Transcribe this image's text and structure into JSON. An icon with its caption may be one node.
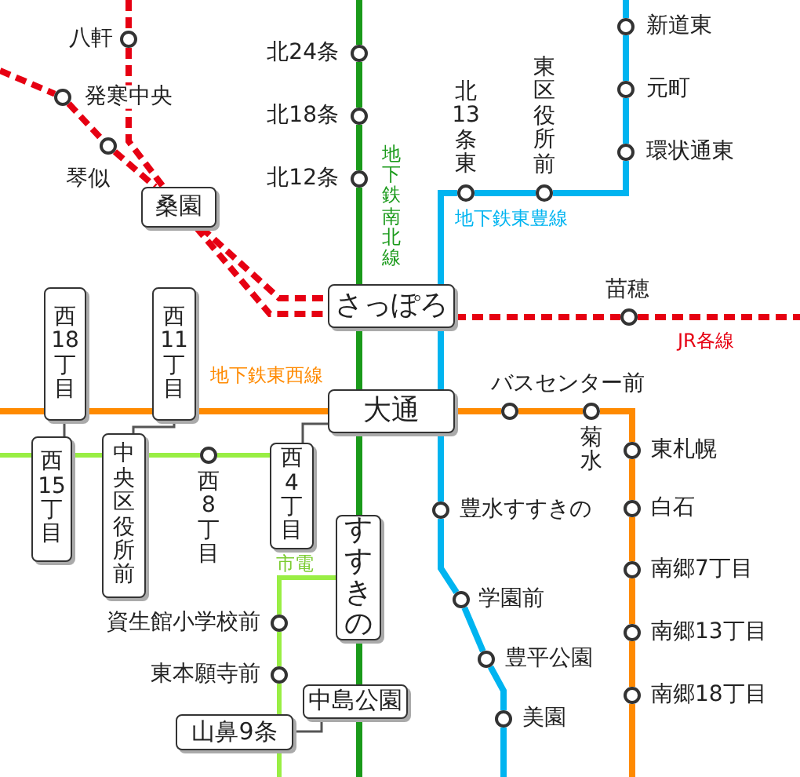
{
  "diagram": {
    "nodes": [
      {
        "text": [],
        "shape": "circle",
        "beside": [
          "八軒"
        ]
      },
      {
        "text": [],
        "shape": "circle",
        "beside": [
          "発寒中央"
        ]
      },
      {
        "text": [],
        "shape": "circle",
        "beside": [
          "琴似"
        ]
      },
      {
        "text": [
          "桑園"
        ]
      },
      {
        "text": [],
        "shape": "circle",
        "beside": [
          "北24条"
        ]
      },
      {
        "text": [],
        "shape": "circle",
        "beside": [
          "北18条"
        ]
      },
      {
        "text": [],
        "shape": "circle",
        "beside": [
          "北12条"
        ]
      },
      {
        "text": [
          "さっぽろ"
        ]
      },
      {
        "text": [],
        "shape": "circle",
        "beside": [
          "新道東"
        ]
      },
      {
        "text": [],
        "shape": "circle",
        "beside": [
          "元町"
        ]
      },
      {
        "text": [],
        "shape": "circle",
        "beside": [
          "環状通東"
        ]
      },
      {
        "text": [],
        "shape": "circle",
        "beside": [
          "北13条東"
        ]
      },
      {
        "text": [],
        "shape": "circle",
        "beside": [
          "東区役所前"
        ]
      },
      {
        "text": [],
        "shape": "circle",
        "beside": [
          "苗穂"
        ]
      },
      {
        "text": [
          "西18丁目"
        ]
      },
      {
        "text": [
          "西11丁目"
        ]
      },
      {
        "text": [
          "大通"
        ]
      },
      {
        "text": [],
        "shape": "circle",
        "beside": [
          "バスセンター前"
        ]
      },
      {
        "text": [],
        "shape": "circle",
        "beside": [
          "菊水"
        ]
      },
      {
        "text": [],
        "shape": "circle",
        "beside": [
          "東札幌"
        ]
      },
      {
        "text": [],
        "shape": "circle",
        "beside": [
          "白石"
        ]
      },
      {
        "text": [],
        "shape": "circle",
        "beside": [
          "南郷7丁目"
        ]
      },
      {
        "text": [],
        "shape": "circle",
        "beside": [
          "南郷13丁目"
        ]
      },
      {
        "text": [],
        "shape": "circle",
        "beside": [
          "南郷18丁目"
        ]
      },
      {
        "text": [
          "西15丁目"
        ]
      },
      {
        "text": [
          "中央区役所前"
        ]
      },
      {
        "text": [],
        "shape": "circle",
        "beside": [
          "西8丁目"
        ]
      },
      {
        "text": [
          "西4丁目"
        ]
      },
      {
        "text": [
          "すすきの"
        ]
      },
      {
        "text": [],
        "shape": "circle",
        "beside": [
          "豊水すすきの"
        ]
      },
      {
        "text": [],
        "shape": "circle",
        "beside": [
          "学園前"
        ]
      },
      {
        "text": [],
        "shape": "circle",
        "beside": [
          "豊平公園"
        ]
      },
      {
        "text": [],
        "shape": "circle",
        "beside": [
          "美園"
        ]
      },
      {
        "text": [],
        "shape": "circle",
        "beside": [
          "資生館小学校前"
        ]
      },
      {
        "text": [],
        "shape": "circle",
        "beside": [
          "東本願寺前"
        ]
      },
      {
        "text": [
          "中島公園"
        ]
      },
      {
        "text": [
          "山鼻9条"
        ]
      }
    ],
    "edges": [
      {
        "from": null,
        "to": 4,
        "arrow": "none",
        "color": "#1a9a1a"
      },
      {
        "from": 4,
        "to": 5,
        "arrow": "none",
        "color": "#1a9a1a"
      },
      {
        "from": 5,
        "to": 6,
        "arrow": "none",
        "color": "#1a9a1a"
      },
      {
        "from": 6,
        "to": 7,
        "arrow": "none",
        "color": "#1a9a1a"
      },
      {
        "from": 7,
        "to": 16,
        "arrow": "none",
        "color": "#1a9a1a"
      },
      {
        "from": 16,
        "to": 28,
        "arrow": "none",
        "color": "#1a9a1a"
      },
      {
        "from": 28,
        "to": 35,
        "arrow": "none",
        "color": "#1a9a1a"
      },
      {
        "from": 35,
        "to": null,
        "arrow": "none",
        "color": "#1a9a1a"
      },
      {
        "from": null,
        "to": 8,
        "arrow": "none",
        "color": "#00b4f0"
      },
      {
        "from": 8,
        "to": 9,
        "arrow": "none",
        "color": "#00b4f0"
      },
      {
        "from": 9,
        "to": 10,
        "arrow": "none",
        "color": "#00b4f0"
      },
      {
        "from": 10,
        "to": 12,
        "arrow": "none",
        "color": "#00b4f0"
      },
      {
        "from": 12,
        "to": 11,
        "arrow": "none",
        "color": "#00b4f0"
      },
      {
        "from": 11,
        "to": 7,
        "arrow": "none",
        "color": "#00b4f0"
      },
      {
        "from": 7,
        "to": 16,
        "arrow": "none",
        "color": "#00b4f0"
      },
      {
        "from": 16,
        "to": 29,
        "arrow": "none",
        "color": "#00b4f0"
      },
      {
        "from": 29,
        "to": 30,
        "arrow": "none",
        "color": "#00b4f0"
      },
      {
        "from": 30,
        "to": 31,
        "arrow": "none",
        "color": "#00b4f0"
      },
      {
        "from": 31,
        "to": 32,
        "arrow": "none",
        "color": "#00b4f0"
      },
      {
        "from": 32,
        "to": null,
        "arrow": "none",
        "color": "#00b4f0"
      },
      {
        "from": null,
        "to": 14,
        "arrow": "none",
        "color": "#ff8a00"
      },
      {
        "from": 14,
        "to": 15,
        "arrow": "none",
        "color": "#ff8a00"
      },
      {
        "from": 15,
        "to": 16,
        "arrow": "none",
        "color": "#ff8a00"
      },
      {
        "from": 16,
        "to": 17,
        "arrow": "none",
        "color": "#ff8a00"
      },
      {
        "from": 17,
        "to": 18,
        "arrow": "none",
        "color": "#ff8a00"
      },
      {
        "from": 18,
        "to": 19,
        "arrow": "none",
        "color": "#ff8a00"
      },
      {
        "from": 19,
        "to": 20,
        "arrow": "none",
        "color": "#ff8a00"
      },
      {
        "from": 20,
        "to": 21,
        "arrow": "none",
        "color": "#ff8a00"
      },
      {
        "from": 21,
        "to": 22,
        "arrow": "none",
        "color": "#ff8a00"
      },
      {
        "from": 22,
        "to": 23,
        "arrow": "none",
        "color": "#ff8a00"
      },
      {
        "from": 23,
        "to": null,
        "arrow": "none",
        "color": "#ff8a00"
      },
      {
        "from": null,
        "to": 24,
        "arrow": "none",
        "color": "#99ee44"
      },
      {
        "from": 24,
        "to": 25,
        "arrow": "none",
        "color": "#99ee44"
      },
      {
        "from": 25,
        "to": 26,
        "arrow": "none",
        "color": "#99ee44"
      },
      {
        "from": 26,
        "to": 27,
        "arrow": "none",
        "color": "#99ee44"
      },
      {
        "from": 28,
        "to": 33,
        "arrow": "none",
        "color": "#99ee44"
      },
      {
        "from": 33,
        "to": 34,
        "arrow": "none",
        "color": "#99ee44"
      },
      {
        "from": 34,
        "to": 36,
        "arrow": "none",
        "color": "#99ee44"
      },
      {
        "from": 36,
        "to": null,
        "arrow": "none",
        "color": "#99ee44"
      },
      {
        "from": null,
        "to": 0,
        "arrow": "none",
        "style": "dashed",
        "color": "#e60012"
      },
      {
        "from": 0,
        "to": 3,
        "arrow": "none",
        "style": "dashed",
        "color": "#e60012"
      },
      {
        "from": null,
        "to": 1,
        "arrow": "none",
        "style": "dashed",
        "color": "#e60012"
      },
      {
        "from": 1,
        "to": 2,
        "arrow": "none",
        "style": "dashed",
        "color": "#e60012"
      },
      {
        "from": 2,
        "to": 3,
        "arrow": "none",
        "style": "dashed",
        "color": "#e60012"
      },
      {
        "from": 3,
        "to": 7,
        "arrow": "none",
        "style": "dashed",
        "color": "#e60012"
      },
      {
        "from": 3,
        "to": 7,
        "arrow": "none",
        "style": "dashed",
        "color": "#e60012"
      },
      {
        "from": 7,
        "to": 13,
        "arrow": "none",
        "style": "dashed",
        "color": "#e60012"
      },
      {
        "from": 13,
        "to": null,
        "arrow": "none",
        "style": "dashed",
        "color": "#e60012"
      },
      {
        "from": 14,
        "to": 24,
        "arrow": "none",
        "color": "#555555"
      },
      {
        "from": 15,
        "to": 25,
        "arrow": "none",
        "color": "#555555"
      },
      {
        "from": 27,
        "to": 16,
        "arrow": "none",
        "color": "#555555"
      },
      {
        "from": 35,
        "to": 36,
        "arrow": "none",
        "color": "#555555"
      }
    ],
    "labels": [
      "地下鉄南北線",
      "地下鉄東豊線",
      "JR各線",
      "地下鉄東西線",
      "市電"
    ]
  }
}
